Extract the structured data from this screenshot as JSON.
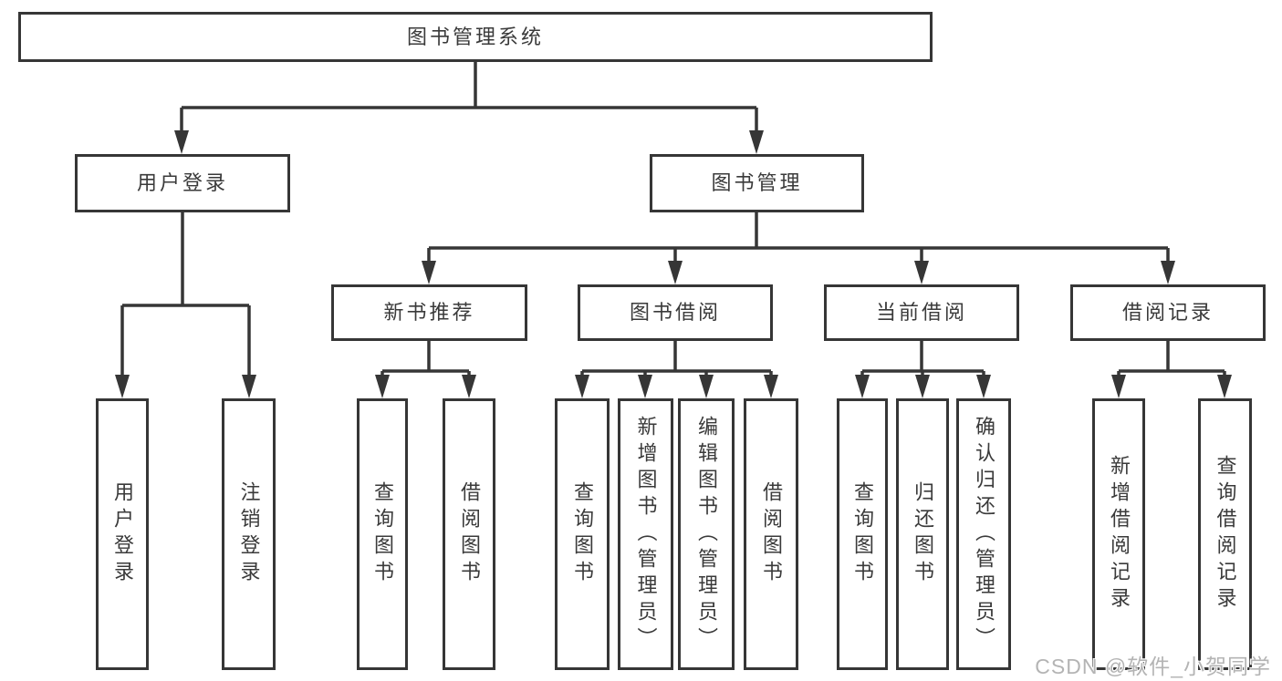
{
  "tree": {
    "root": {
      "label": "图书管理系统"
    },
    "branches": [
      {
        "label": "用户登录",
        "children": [
          {
            "label": "用户登录"
          },
          {
            "label": "注销登录"
          }
        ]
      },
      {
        "label": "图书管理",
        "children": [
          {
            "label": "新书推荐",
            "children": [
              {
                "label": "查询图书"
              },
              {
                "label": "借阅图书"
              }
            ]
          },
          {
            "label": "图书借阅",
            "children": [
              {
                "label": "查询图书"
              },
              {
                "label": "新增图书（管理员）"
              },
              {
                "label": "编辑图书（管理员）"
              },
              {
                "label": "借阅图书"
              }
            ]
          },
          {
            "label": "当前借阅",
            "children": [
              {
                "label": "查询图书"
              },
              {
                "label": "归还图书"
              },
              {
                "label": "确认归还（管理员）"
              }
            ]
          },
          {
            "label": "借阅记录",
            "children": [
              {
                "label": "新增借阅记录"
              },
              {
                "label": "查询借阅记录"
              }
            ]
          }
        ]
      }
    ]
  },
  "watermark": {
    "text": "CSDN @软件_小贺同学"
  },
  "colors": {
    "line": "#363636",
    "box_border": "#363636",
    "box_fill": "#ffffff",
    "text": "#3a3a3a",
    "watermark": "#b4b4b4",
    "background": "#ffffff"
  }
}
